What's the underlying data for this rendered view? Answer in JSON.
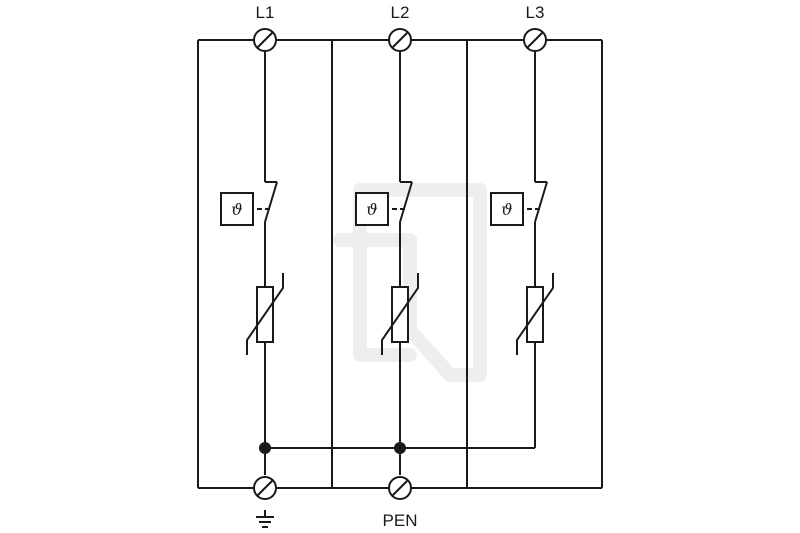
{
  "terminals": {
    "top": [
      "L1",
      "L2",
      "L3"
    ],
    "bottom_pen": "PEN"
  },
  "thermal_symbol": "ϑ",
  "icons": {
    "ground": "earth-ground-icon",
    "screw_terminal": "screw-terminal-icon",
    "watermark": "logo-watermark-icon"
  },
  "colors": {
    "line": "#1a1a1a",
    "background": "#ffffff",
    "watermark": "#eeeeee"
  }
}
